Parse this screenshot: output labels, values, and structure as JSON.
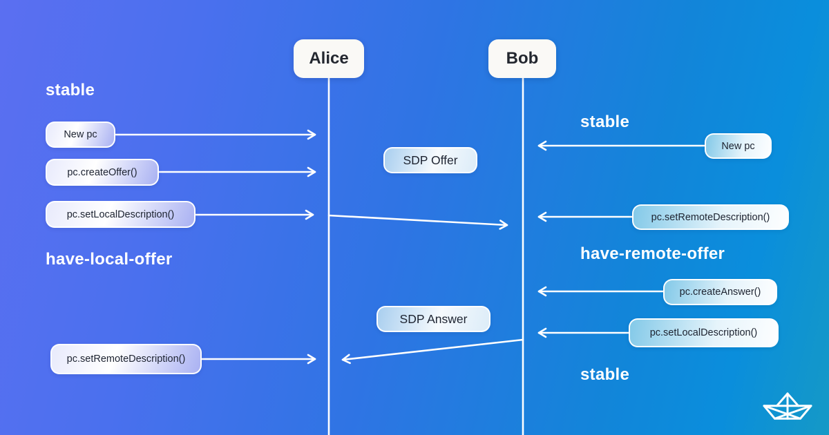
{
  "actors": {
    "alice": "Alice",
    "bob": "Bob"
  },
  "alice_side": {
    "state_stable": "stable",
    "new_pc": "New pc",
    "create_offer": "pc.createOffer()",
    "set_local_description": "pc.setLocalDescription()",
    "state_have_local_offer": "have-local-offer",
    "set_remote_description": "pc.setRemoteDescription()"
  },
  "messages": {
    "sdp_offer": "SDP Offer",
    "sdp_answer": "SDP Answer"
  },
  "bob_side": {
    "state_stable_1": "stable",
    "new_pc": "New pc",
    "set_remote_description": "pc.setRemoteDescription()",
    "state_have_remote_offer": "have-remote-offer",
    "create_answer": "pc.createAnswer()",
    "set_local_description": "pc.setLocalDescription()",
    "state_stable_2": "stable"
  },
  "icons": {
    "logo": "paper-boat-icon"
  },
  "colors": {
    "bg_left": "#5b6ff1",
    "bg_mid": "#2f74e4",
    "bg_right_top": "#0a8edc",
    "bg_right_bottom": "#1599c6",
    "line": "#ffffff",
    "actor_bg": "#faf9f6",
    "pill_text": "#1d2330",
    "state_text": "#ffffff"
  }
}
